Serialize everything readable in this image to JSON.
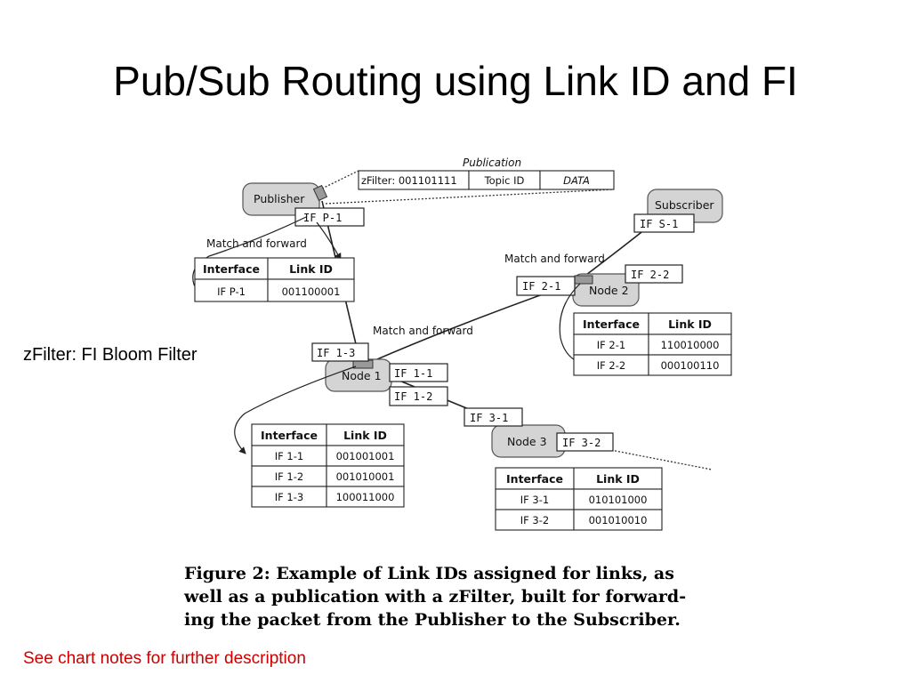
{
  "slide": {
    "title": "Pub/Sub Routing using Link ID and FI",
    "side_label": "zFilter: FI Bloom Filter",
    "caption_lines": [
      "Figure 2:  Example of Link IDs assigned for links, as",
      "well as a publication with a zFilter, built for forward-",
      "ing the packet from the Publisher to the Subscriber."
    ],
    "notes": "See chart notes for further description"
  },
  "diagram": {
    "publication_label": "Publication",
    "packet": {
      "zfilter": "zFilter: 001101111",
      "topic": "Topic ID",
      "data": "DATA"
    },
    "nodes": {
      "publisher": "Publisher",
      "subscriber": "Subscriber",
      "node1": "Node 1",
      "node2": "Node 2",
      "node3": "Node 3"
    },
    "interfaces": {
      "if_p1": "IF P-1",
      "if_s1": "IF S-1",
      "if_21": "IF 2-1",
      "if_22": "IF 2-2",
      "if_13": "IF 1-3",
      "if_11": "IF 1-1",
      "if_12": "IF 1-2",
      "if_31": "IF 3-1",
      "if_32": "IF 3-2"
    },
    "annotations": {
      "mf_publisher": "Match and forward",
      "mf_node1": "Match and forward",
      "mf_node2": "Match and forward"
    },
    "tables": {
      "publisher": {
        "headers": [
          "Interface",
          "Link ID"
        ],
        "rows": [
          [
            "IF P-1",
            "001100001"
          ]
        ]
      },
      "node1": {
        "headers": [
          "Interface",
          "Link ID"
        ],
        "rows": [
          [
            "IF 1-1",
            "001001001"
          ],
          [
            "IF 1-2",
            "001010001"
          ],
          [
            "IF 1-3",
            "100011000"
          ]
        ]
      },
      "node2": {
        "headers": [
          "Interface",
          "Link ID"
        ],
        "rows": [
          [
            "IF 2-1",
            "110010000"
          ],
          [
            "IF 2-2",
            "000100110"
          ]
        ]
      },
      "node3": {
        "headers": [
          "Interface",
          "Link ID"
        ],
        "rows": [
          [
            "IF 3-1",
            "010101000"
          ],
          [
            "IF 3-2",
            "001010010"
          ]
        ]
      }
    }
  }
}
